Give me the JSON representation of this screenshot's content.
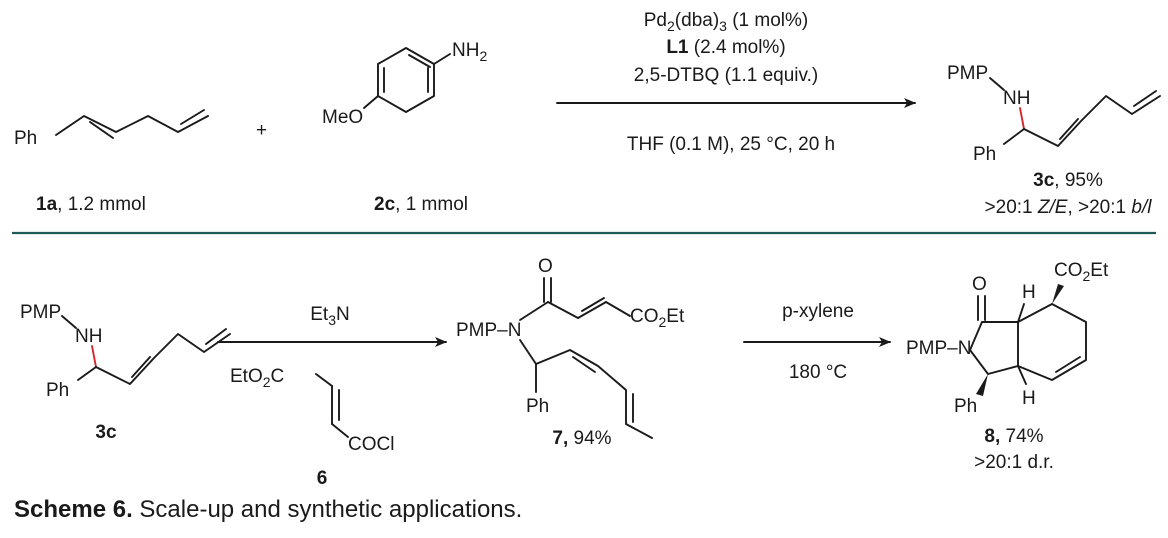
{
  "caption": {
    "label": "Scheme",
    "number": "6.",
    "text": " Scale-up and synthetic applications."
  },
  "top": {
    "substrate": {
      "ph": "Ph",
      "id": "1a",
      "amount": ", 1.2 mmol"
    },
    "plus": "+",
    "amine": {
      "nh2_main": "NH",
      "nh2_sub": "2",
      "meo": "MeO",
      "id": "2c",
      "amount": ", 1 mmol"
    },
    "conditions": {
      "catalyst_main": "Pd",
      "catalyst_sub1": "2",
      "catalyst_mid": "(dba)",
      "catalyst_sub2": "3",
      "catalyst_tail": " (1 mol%)",
      "ligand_id": "L1",
      "ligand_amount": " (2.4 mol%)",
      "oxidant": "2,5-DTBQ (1.1 equiv.)",
      "solvent": "THF (0.1 M), 25 °C, 20 h"
    },
    "product": {
      "pmp": "PMP",
      "nh": "NH",
      "ph": "Ph",
      "id": "3c",
      "yield": ", 95%",
      "sel_a": ">20:1 ",
      "sel_ze": "Z/E",
      "sel_b": ", >20:1 ",
      "sel_bl": "b/l"
    }
  },
  "bottom": {
    "start": {
      "pmp": "PMP",
      "nh": "NH",
      "ph": "Ph",
      "id": "3c"
    },
    "step1": {
      "base_main": "Et",
      "base_sub": "3",
      "base_tail": "N",
      "reagent_a": "EtO",
      "reagent_a_sub": "2",
      "reagent_a_tail": "C",
      "reagent_b": "COCl",
      "reagent_id": "6"
    },
    "amide": {
      "o": "O",
      "co2et_main": "CO",
      "co2et_sub": "2",
      "co2et_tail": "Et",
      "pmp": "PMP–N",
      "ph": "Ph",
      "id": "7,",
      "yield": " 94%"
    },
    "step2": {
      "solvent": "p-xylene",
      "temp": "180 °C"
    },
    "final": {
      "o": "O",
      "h1": "H",
      "h2": "H",
      "co2et_main": "CO",
      "co2et_sub": "2",
      "co2et_tail": "Et",
      "pmp": "PMP–N",
      "ph": "Ph",
      "id": "8,",
      "yield": " 74%",
      "dr": ">20:1 d.r."
    }
  },
  "colors": {
    "divider": "#1f5a5a",
    "highlight_bond": "#d4262c",
    "ink": "#1a1a1a"
  }
}
